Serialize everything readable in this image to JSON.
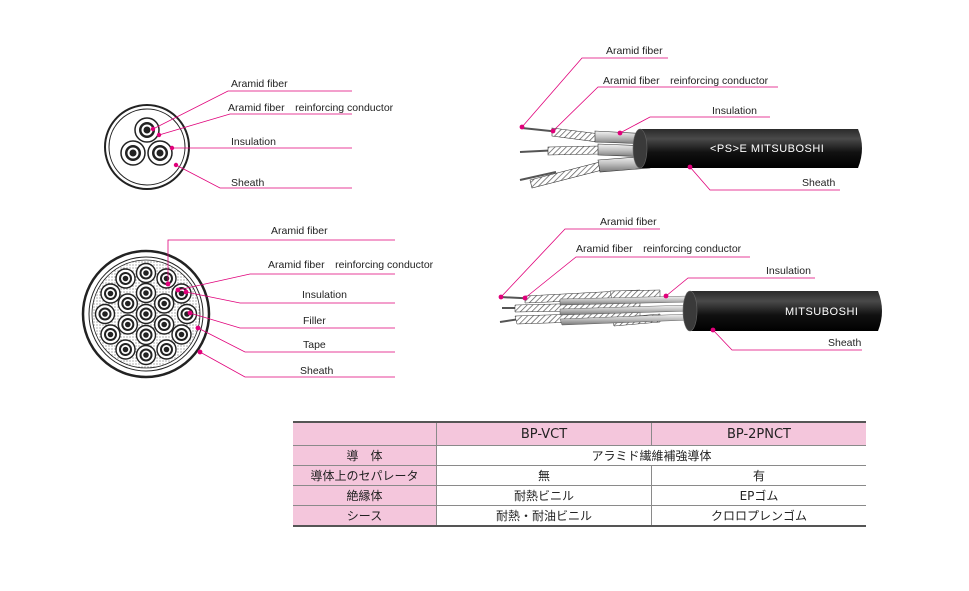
{
  "diagrams": {
    "top_left": {
      "labels": [
        "Aramid fiber",
        "Aramid fiber　reinforcing conductor",
        "Insulation",
        "Sheath"
      ]
    },
    "top_right": {
      "labels": [
        "Aramid fiber",
        "Aramid fiber　reinforcing conductor",
        "Insulation",
        "Sheath"
      ],
      "brand_text": "<PS>E  MITSUBOSHI"
    },
    "bottom_left": {
      "labels": [
        "Aramid fiber",
        "Aramid fiber　reinforcing conductor",
        "Insulation",
        "Filler",
        "Tape",
        "Sheath"
      ]
    },
    "bottom_right": {
      "labels": [
        "Aramid fiber",
        "Aramid fiber　reinforcing conductor",
        "Insulation",
        "Sheath"
      ],
      "brand_text": "MITSUBOSHI"
    }
  },
  "colors": {
    "accent": "#e0007a",
    "sheath": "#111111",
    "header_bg": "#f4c6dc"
  },
  "table": {
    "columns": [
      "",
      "BP-VCT",
      "BP-2PNCT"
    ],
    "rows": [
      {
        "label": "導　体",
        "merged": "アラミド繊維補強導体"
      },
      {
        "label": "導体上のセパレータ",
        "values": [
          "無",
          "有"
        ]
      },
      {
        "label": "絶縁体",
        "values": [
          "耐熱ビニル",
          "EPゴム"
        ]
      },
      {
        "label": "シース",
        "values": [
          "耐熱・耐油ビニル",
          "クロロプレンゴム"
        ]
      }
    ]
  }
}
